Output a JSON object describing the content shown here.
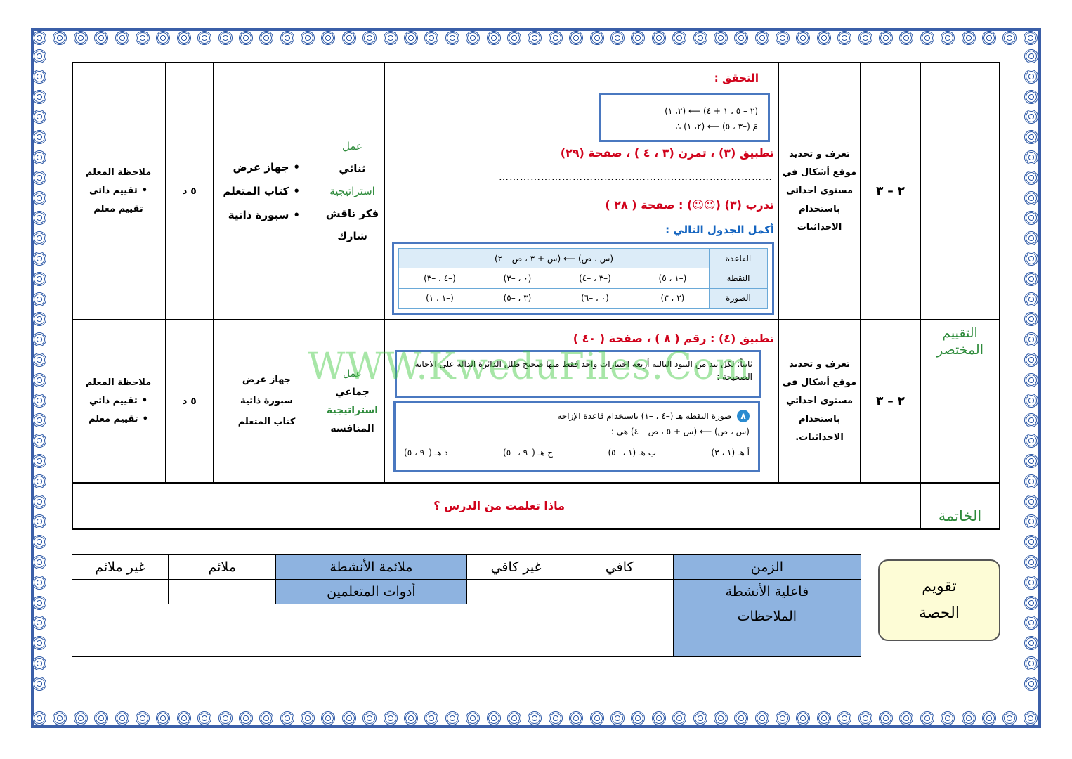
{
  "row1": {
    "section": "",
    "ref": "٢ – ٣",
    "objective": [
      "تعرف و تحديد",
      "موقع أشكال في",
      "مستوى احداثي",
      "باستخدام",
      "الاحداثيات"
    ],
    "check_label": "التحقق :",
    "check_lines": [
      "(٢، ١) ⟵ (٢ – ٥ ، ١ + ٤)",
      "∴ (٢، ١) ⟵ مَ (–٣ ، ٥)"
    ],
    "apply_line": "تطبيق (٣) ، تمرن (٣ ، ٤ ) ، صفحة (٢٩)",
    "dots": "……………………………………………………………………",
    "train_line": "تدرب (٣) (☺☺) : صفحة ( ٢٨ )",
    "complete_line": "أكمل الجدول التالي :",
    "table": {
      "rule_label": "القاعدة",
      "rule_value": "(س ، ص) ⟵ (س + ٣ ، ص – ٢)",
      "point_label": "النقطة",
      "points": [
        "(–١ ، ٥)",
        "(–٣ ، –٤)",
        "(٠ ، –٣)",
        "(–٤ ، –٣)"
      ],
      "image_label": "الصورة",
      "images": [
        "(٢ ، ٣)",
        "(٠ ، –٦)",
        "(٣ ، –٥)",
        "(–١ ، ١)"
      ]
    },
    "strategy": [
      "عمل",
      "ثنائي",
      "استراتيجية",
      "فكر ناقش",
      "شارك"
    ],
    "resources": [
      "جهاز عرض",
      "كتاب المتعلم",
      "سبورة ذاتية"
    ],
    "time": "٥ د",
    "assessment": [
      "ملاحظة المعلم",
      "تقييم ذاتي",
      "تقييم معلم"
    ]
  },
  "row2": {
    "section": "التقييم المختصر",
    "ref": "٢ – ٣",
    "objective": [
      "تعرف و تحديد",
      "موقع أشكال في",
      "مستوى احداثي",
      "باستخدام",
      "الاحداثيات."
    ],
    "apply_line": "تطبيق (٤) : رقم ( ٨ ) ، صفحة ( ٤٠ )",
    "instruction": "ثانياً: لكل بند من البنود التالية أربعة اختيارات واحد فقط منها صحيح ظلل الدائرة الدالة على الاجابة الصحيحة :",
    "question_num": "٨",
    "question": "صورة النقطة هـ (–٤ ، –١) باستخدام قاعدة الإزاحة",
    "question_rule": "(س ، ص) ⟵ (س + ٥ ، ص – ٤) هي :",
    "options": [
      "أ هـ (١ ، ٣)",
      "ب هـ (١ ، –٥)",
      "ج هـ (–٩ ، –٥)",
      "د هـ (–٩ ، ٥)"
    ],
    "strategy": [
      "عمل",
      "جماعي",
      "استراتيجية",
      "المنافسة"
    ],
    "resources": [
      "جهاز عرض",
      "سبورة ذاتية",
      "كتاب المتعلم"
    ],
    "time": "٥ د",
    "assessment": [
      "ملاحظة المعلم",
      "تقييم ذاتي",
      "تقييم معلم"
    ]
  },
  "row3": {
    "section": "الخاتمة",
    "question": "ماذا تعلمت من الدرس ؟"
  },
  "evaluation": {
    "badge": [
      "تقويم",
      "الحصة"
    ],
    "time_label": "الزمن",
    "sufficient": "كافي",
    "insufficient": "غير كافي",
    "suitability_label": "ملائمة الأنشطة",
    "suitable": "ملائم",
    "unsuitable": "غير ملائم",
    "effectiveness_label": "فاعلية الأنشطة",
    "tools_label": "أدوات المتعلمين",
    "notes_label": "الملاحظات"
  },
  "watermark": "WWW.KweduFiles.Com"
}
